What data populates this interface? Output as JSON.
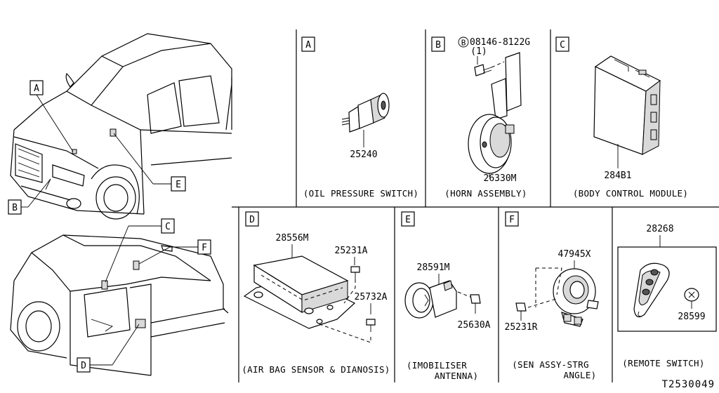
{
  "callouts": {
    "a": "A",
    "b": "B",
    "c": "C",
    "d": "D",
    "e": "E",
    "f": "F"
  },
  "panels": {
    "a": {
      "letter": "A",
      "part_number": "25240",
      "caption": "(OIL PRESSURE SWITCH)"
    },
    "b": {
      "letter": "B",
      "bolt_symbol": "B",
      "bolt_number": "08146-8122G",
      "bolt_qty": "(1)",
      "part_number": "26330M",
      "caption": "(HORN ASSEMBLY)"
    },
    "c": {
      "letter": "C",
      "part_number": "284B1",
      "caption": "(BODY CONTROL MODULE)"
    },
    "d": {
      "letter": "D",
      "part_numbers": [
        "28556M",
        "25231A",
        "25732A"
      ],
      "caption": "(AIR BAG SENSOR & DIANOSIS)"
    },
    "e": {
      "letter": "E",
      "part_numbers": [
        "28591M",
        "25630A"
      ],
      "caption_lines": [
        "(IMOBILISER",
        "ANTENNA)"
      ]
    },
    "f": {
      "letter": "F",
      "part_numbers": [
        "47945X",
        "25231R"
      ],
      "caption_lines": [
        "(SEN ASSY-STRG",
        "ANGLE)"
      ]
    },
    "remote": {
      "part_numbers": [
        "28268",
        "28599"
      ],
      "caption": "(REMOTE SWITCH)"
    }
  },
  "reference_code": "T2530049"
}
